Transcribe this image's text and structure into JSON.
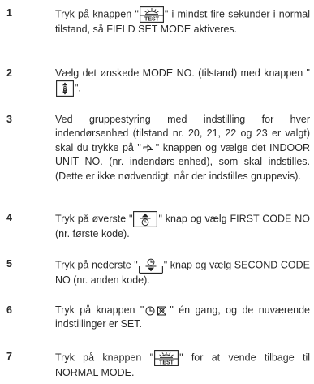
{
  "steps": [
    {
      "num": "1",
      "parts": [
        "Tryk på knappen \"",
        "\" i mindst fire sekunder i normal tilstand, så FIELD SET MODE aktiveres."
      ],
      "icon": "test-button-icon"
    },
    {
      "num": "2",
      "parts": [
        "Vælg det ønskede MODE NO. (tilstand) med knappen \"",
        "\"."
      ],
      "icon": "temp-setting-icon"
    },
    {
      "num": "3",
      "parts": [
        "Ved gruppestyring med indstilling for hver indendørsenhed (tilstand nr. 20, 21, 22 og 23 er valgt) skal du trykke på \"",
        "\" knappen og vælge det INDOOR UNIT NO. (nr. indendørs-enhed), som skal indstilles. (Dette er ikke nødvendigt, når der indstilles gruppevis)."
      ],
      "icon": "arrows-icon"
    },
    {
      "num": "4",
      "parts": [
        "Tryk på øverste \"",
        "\" knap og vælg FIRST CODE NO (nr. første kode)."
      ],
      "icon": "timer-up-icon"
    },
    {
      "num": "5",
      "parts": [
        "Tryk på nederste \"",
        "\" knap og vælg SECOND CODE NO (nr. anden kode)."
      ],
      "icon": "timer-down-icon"
    },
    {
      "num": "6",
      "parts": [
        "Tryk på knappen \"",
        "\" én gang, og de nuværende indstillinger er SET."
      ],
      "icon": "clock-cancel-icon"
    },
    {
      "num": "7",
      "parts": [
        "Tryk på knappen \"",
        "\" for at vende tilbage til NORMAL MODE."
      ],
      "icon": "test-button-icon"
    }
  ],
  "icons": {
    "test_label": "TEST"
  }
}
